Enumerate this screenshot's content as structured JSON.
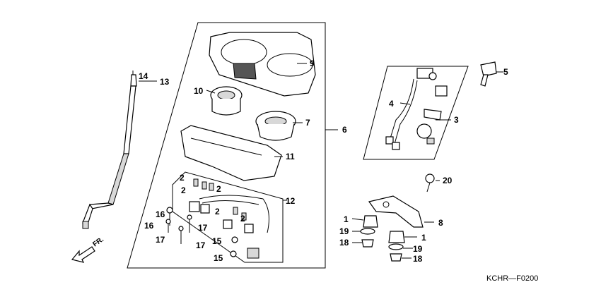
{
  "diagram": {
    "code": "KCHR—F0200",
    "direction_label": "FR.",
    "callouts": {
      "c1a": "1",
      "c1b": "1",
      "c2a": "2",
      "c2b": "2",
      "c2c": "2",
      "c2d": "2",
      "c2e": "2",
      "c3": "3",
      "c4": "4",
      "c5": "5",
      "c6": "6",
      "c7": "7",
      "c8": "8",
      "c9": "9",
      "c10": "10",
      "c11": "11",
      "c12": "12",
      "c13": "13",
      "c14": "14",
      "c15a": "15",
      "c15b": "15",
      "c16a": "16",
      "c16b": "16",
      "c17a": "17",
      "c17b": "17",
      "c17c": "17",
      "c18a": "18",
      "c18b": "18",
      "c19a": "19",
      "c19b": "19",
      "c20": "20"
    }
  }
}
